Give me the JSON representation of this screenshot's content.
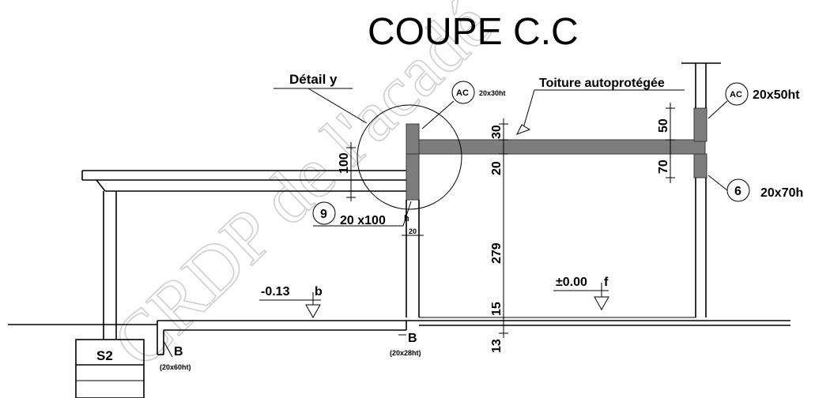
{
  "title": "COUPE C.C",
  "watermark": "CRDP de l'acadé",
  "labels": {
    "detail": "Détail y",
    "toiture": "Toiture autoprotégée",
    "ac_left_tag": "AC",
    "ac_left_dim": "20x30ht",
    "ac_right_tag": "AC",
    "ac_right_dim": "20x50ht",
    "poutre_right_tag": "6",
    "poutre_right_dim": "20x70h",
    "poutre_left_tag": "9",
    "poutre_left_dim": "20 x100",
    "poutre_left_h": "h",
    "wall_thickness": "20",
    "level_left": "-0.13",
    "level_left_letter": "b",
    "level_right": "±0.00",
    "level_right_letter": "f",
    "space": "S2",
    "b_left": "B",
    "b_left_dim": "(20x60ht)",
    "b_mid": "B",
    "b_mid_dim": "(20x28ht)"
  },
  "dimensions": {
    "left_beam_height": "100",
    "right_upper": "50",
    "right_lower": "70",
    "mid_upper": "30",
    "mid_slab": "20",
    "mid_height": "279",
    "mid_floor": "15",
    "mid_footing": "13"
  },
  "colors": {
    "ink": "#000000",
    "concrete": "#7d7d7d",
    "watermark": "#cfcfcf"
  }
}
